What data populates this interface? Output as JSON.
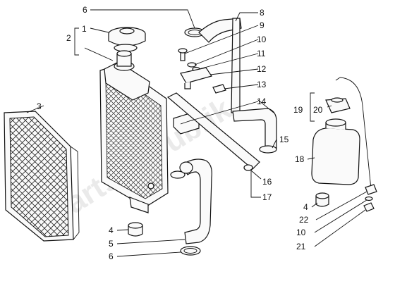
{
  "diagram": {
    "watermark": "PartsRepublik",
    "callouts": [
      {
        "id": "c6top",
        "text": "6"
      },
      {
        "id": "c1",
        "text": "1"
      },
      {
        "id": "c2",
        "text": "2"
      },
      {
        "id": "c3",
        "text": "3"
      },
      {
        "id": "c8",
        "text": "8"
      },
      {
        "id": "c9",
        "text": "9"
      },
      {
        "id": "c10a",
        "text": "10"
      },
      {
        "id": "c11",
        "text": "11"
      },
      {
        "id": "c12",
        "text": "12"
      },
      {
        "id": "c13",
        "text": "13"
      },
      {
        "id": "c14",
        "text": "14"
      },
      {
        "id": "c15",
        "text": "15"
      },
      {
        "id": "c16",
        "text": "16"
      },
      {
        "id": "c17",
        "text": "17"
      },
      {
        "id": "c18",
        "text": "18"
      },
      {
        "id": "c19",
        "text": "19"
      },
      {
        "id": "c20",
        "text": "20"
      },
      {
        "id": "c4a",
        "text": "4"
      },
      {
        "id": "c5",
        "text": "5"
      },
      {
        "id": "c6bot",
        "text": "6"
      },
      {
        "id": "c4b",
        "text": "4"
      },
      {
        "id": "c22",
        "text": "22"
      },
      {
        "id": "c10b",
        "text": "10"
      },
      {
        "id": "c21",
        "text": "21"
      }
    ]
  }
}
